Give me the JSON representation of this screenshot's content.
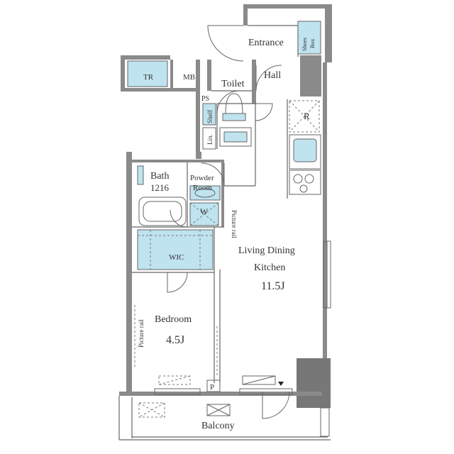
{
  "rooms": {
    "entrance": "Entrance",
    "shoes_box_1": "Shoes",
    "shoes_box_2": "Box",
    "tr": "TR",
    "mb": "MB",
    "toilet": "Toilet",
    "hall": "Hall",
    "ps": "PS",
    "shelf": "Shelf",
    "linen": "Lin.",
    "refrigerator": "R",
    "bath_1": "Bath",
    "bath_2": "1216",
    "powder_1": "Powder",
    "powder_2": "Room",
    "washer": "W",
    "picture_rail_right": "Picture rail",
    "wic": "WIC",
    "ldk_1": "Living Dining",
    "ldk_2": "Kitchen",
    "ldk_size": "11.5J",
    "picture_rail_left": "Picture rail",
    "bedroom": "Bedroom",
    "bedroom_size": "4.5J",
    "pipe": "P",
    "balcony": "Balcony"
  },
  "colors": {
    "wall": "#8a8a8a",
    "fixture_blue": "#bfe3ef",
    "line": "#666666"
  }
}
